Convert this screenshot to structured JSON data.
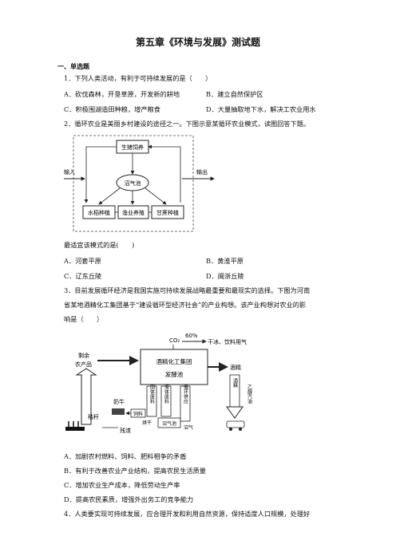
{
  "title": "第五章《环境与发展》测试题",
  "section": "一、单选题",
  "q1": {
    "stem": "1．下列人类活动，有利于可持续发展的是（　　）",
    "A": "A．砍伐森林，开垦草原，开发新的耕地",
    "B": "B．建立自然保护区",
    "C": "C．积极围湖造田种粮，增产粮食",
    "D": "D．大量抽取地下水，解决工农业用水"
  },
  "q2": {
    "stem": "2．循环农业是美丽乡村建设的途径之一。下图示意某循环农业模式，读图回答下题。",
    "diagram": {
      "top": "生猪饲养",
      "center": "沼气池",
      "b1": "水稻种植",
      "b2": "渔业养殖",
      "b3": "甘蔗种植",
      "input": "输入",
      "output": "输出"
    },
    "sub": "最适宜该模式的是(　　)",
    "A": "A．河套平原",
    "B": "B．黄淮平原",
    "C": "C．辽东丘陵",
    "D": "D．闽浙丘陵"
  },
  "q3": {
    "stem1": "3．目前发展循环经济是我国实施可持续发展战略最重要和最现实的选择。下图为河南",
    "stem2": "省某地酒精化工集团基于“建设循环型经济社会”的产业构想。该产业构想对农业的影",
    "stem3": "响是（　　）",
    "diagram": {
      "co2": "CO₂",
      "pct": "60%",
      "dry_ice": "干冰、饮料用气",
      "group1": "酒精化工集团",
      "group2": "发酵池",
      "alcohol": "酒精",
      "surplus1": "剩余",
      "surplus2": "农产品",
      "cattle": "奶牛",
      "straw": "秸秆",
      "feed": "饲料",
      "solid": "固体废料",
      "liquid": "液体废料",
      "recycle": "循环供应",
      "liquor": "酒精",
      "ethanol": "乙醇汽油",
      "dry": "烘干",
      "biogas": "沼气池",
      "residue": "残渣",
      "gas": "沼气"
    },
    "A": "A．加剧农村燃料、饲料、肥料相争的矛盾",
    "B": "B．有利于改善农业产业结构，提高农民生活质量",
    "C": "C．增加农业生产成本，降低劳动生产率",
    "D": "D．提高农民素质，增强外出务工的竞争能力"
  },
  "q4": {
    "stem": "4．人类要实现可持续发展，应合理开发和利用自然资源，保持适度人口规模，处理好"
  }
}
